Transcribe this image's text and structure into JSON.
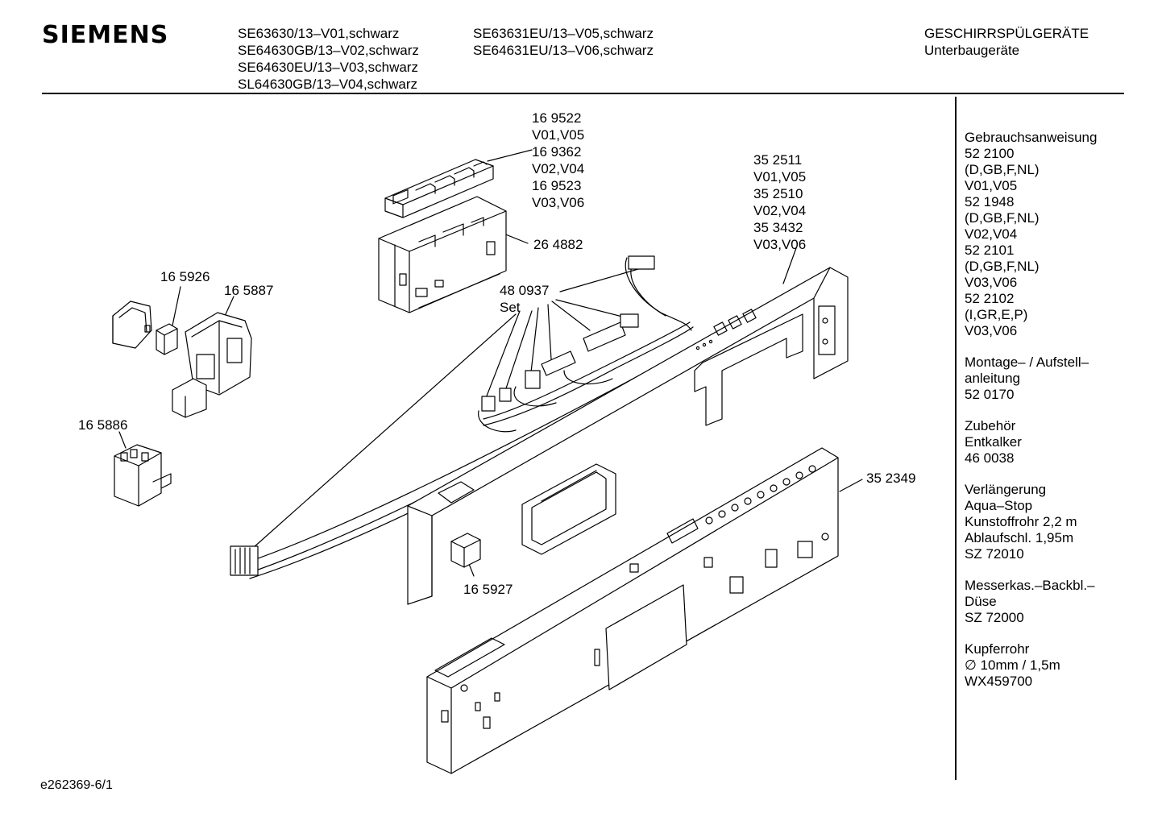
{
  "header": {
    "brand": "SIEMENS",
    "models_col1": [
      "SE63630/13–V01,schwarz",
      "SE64630GB/13–V02,schwarz",
      "SE64630EU/13–V03,schwarz",
      "SL64630GB/13–V04,schwarz"
    ],
    "models_col2": [
      "SE63631EU/13–V05,schwarz",
      "SE64631EU/13–V06,schwarz"
    ],
    "category": [
      "GESCHIRRSPÜLGERÄTE",
      "Unterbaugeräte"
    ]
  },
  "labels": {
    "module": [
      "16 9522",
      "V01,V05",
      "16 9362",
      "V02,V04",
      "16 9523",
      "V03,V06"
    ],
    "housing": "26 4882",
    "panel": [
      "35 2511",
      "V01,V05",
      "35 2510",
      "V02,V04",
      "35 3432",
      "V03,V06"
    ],
    "cover": "16 5926",
    "switch": "16 5887",
    "harness": [
      "48 0937",
      "Set"
    ],
    "relay": "16 5886",
    "front_panel": "35 2349",
    "block": "16 5927"
  },
  "sidebar": [
    [
      "Gebrauchsanweisung",
      "52 2100",
      "(D,GB,F,NL)",
      "V01,V05",
      "52 1948",
      "(D,GB,F,NL)",
      "V02,V04",
      "52 2101",
      "(D,GB,F,NL)",
      "V03,V06",
      "52 2102",
      "(I,GR,E,P)",
      "V03,V06"
    ],
    [
      "Montage– / Aufstell–",
      "anleitung",
      "52 0170"
    ],
    [
      "Zubehör",
      "Entkalker",
      "46 0038"
    ],
    [
      "Verlängerung",
      "Aqua–Stop",
      "Kunstoffrohr 2,2 m",
      "Ablaufschl. 1,95m",
      "SZ 72010"
    ],
    [
      "Messerkas.–Backbl.–",
      "Düse",
      "SZ 72000"
    ],
    [
      "Kupferrohr",
      "∅ 10mm / 1,5m",
      "WX459700"
    ]
  ],
  "footer": "e262369-6/1"
}
